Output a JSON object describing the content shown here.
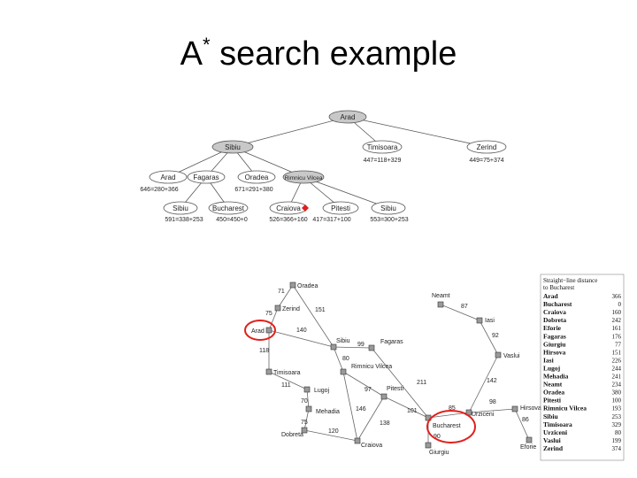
{
  "title": {
    "main": "A",
    "sup": "*",
    "rest": " search example"
  },
  "tree": {
    "root": "Arad",
    "level1": [
      {
        "label": "Sibiu",
        "f": ""
      },
      {
        "label": "Timisoara",
        "f": "447=118+329"
      },
      {
        "label": "Zerind",
        "f": "449=75+374"
      }
    ],
    "level2": [
      {
        "label": "Arad",
        "f": "646=280+366"
      },
      {
        "label": "Fagaras",
        "f": ""
      },
      {
        "label": "Oradea",
        "f": "671=291+380"
      },
      {
        "label": "Rimnicu Vilcea",
        "f": ""
      }
    ],
    "level3": [
      {
        "label": "Sibiu",
        "f": "591=338+253"
      },
      {
        "label": "Bucharest",
        "f": "450=450+0"
      },
      {
        "label": "Craiova",
        "f": "526=366+160"
      },
      {
        "label": "Pitesti",
        "f": "417=317+100"
      },
      {
        "label": "Sibiu",
        "f": "553=300+253"
      }
    ]
  },
  "map": {
    "cities": {
      "oradea": "Oradea",
      "zerind": "Zerind",
      "arad": "Arad",
      "timisoara": "Timisoara",
      "lugoj": "Lugoj",
      "mehadia": "Mehadia",
      "dobreta": "Dobreta",
      "craiova": "Craiova",
      "sibiu": "Sibiu",
      "fagaras": "Fagaras",
      "rimnicu": "Rimnicu Vilcea",
      "pitesti": "Pitesti",
      "bucharest": "Bucharest",
      "giurgiu": "Giurgiu",
      "urziceni": "Urziceni",
      "hirsova": "Hirsova",
      "eforie": "Eforie",
      "vaslui": "Vaslui",
      "iasi": "Iasi",
      "neamt": "Neamt"
    },
    "distances": [
      "71",
      "75",
      "151",
      "140",
      "118",
      "111",
      "70",
      "75",
      "120",
      "99",
      "80",
      "97",
      "146",
      "138",
      "211",
      "101",
      "90",
      "85",
      "98",
      "86",
      "142",
      "92",
      "87"
    ]
  },
  "table": {
    "heading1": "Straight−line distance",
    "heading2": "to Bucharest",
    "rows": [
      {
        "city": "Arad",
        "value": "366"
      },
      {
        "city": "Bucharest",
        "value": "0"
      },
      {
        "city": "Craiova",
        "value": "160"
      },
      {
        "city": "Dobreta",
        "value": "242"
      },
      {
        "city": "Eforie",
        "value": "161"
      },
      {
        "city": "Fagaras",
        "value": "176"
      },
      {
        "city": "Giurgiu",
        "value": "77"
      },
      {
        "city": "Hirsova",
        "value": "151"
      },
      {
        "city": "Iasi",
        "value": "226"
      },
      {
        "city": "Lugoj",
        "value": "244"
      },
      {
        "city": "Mehadia",
        "value": "241"
      },
      {
        "city": "Neamt",
        "value": "234"
      },
      {
        "city": "Oradea",
        "value": "380"
      },
      {
        "city": "Pitesti",
        "value": "100"
      },
      {
        "city": "Rimnicu Vilcea",
        "value": "193"
      },
      {
        "city": "Sibiu",
        "value": "253"
      },
      {
        "city": "Timisoara",
        "value": "329"
      },
      {
        "city": "Urziceni",
        "value": "80"
      },
      {
        "city": "Vaslui",
        "value": "199"
      },
      {
        "city": "Zerind",
        "value": "374"
      }
    ]
  },
  "colors": {
    "node_fill": "#c8c8c8",
    "open_node_fill": "#ffffff",
    "highlight": "#e0201a",
    "edge": "#555555"
  }
}
